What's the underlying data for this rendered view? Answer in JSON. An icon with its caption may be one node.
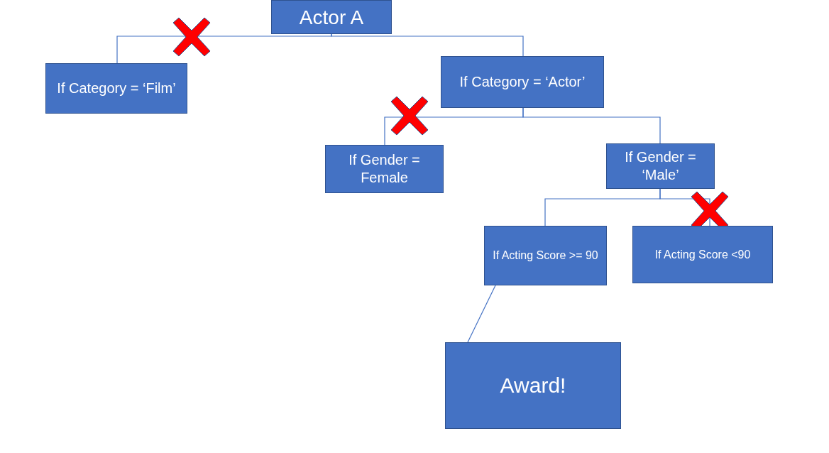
{
  "diagram": {
    "nodes": [
      {
        "text": [
          "Actor A"
        ]
      },
      {
        "text": [
          "If Category = ‘Film’"
        ]
      },
      {
        "text": [
          "If Category = ‘Actor’"
        ]
      },
      {
        "text": [
          "If Gender = Female"
        ]
      },
      {
        "text": [
          "If Gender = ‘Male’"
        ]
      },
      {
        "text": [
          "If Acting Score >= 90"
        ]
      },
      {
        "text": [
          "If Acting Score <90"
        ]
      },
      {
        "text": [
          "Award!"
        ]
      }
    ],
    "edges": [
      {
        "from": 0,
        "to": 1,
        "arrow": "none"
      },
      {
        "from": 0,
        "to": 2,
        "arrow": "none"
      },
      {
        "from": 2,
        "to": 3,
        "arrow": "none"
      },
      {
        "from": 2,
        "to": 4,
        "arrow": "none"
      },
      {
        "from": 4,
        "to": 5,
        "arrow": "none"
      },
      {
        "from": 4,
        "to": 6,
        "arrow": "none"
      },
      {
        "from": 5,
        "to": 7,
        "arrow": "none"
      }
    ]
  }
}
